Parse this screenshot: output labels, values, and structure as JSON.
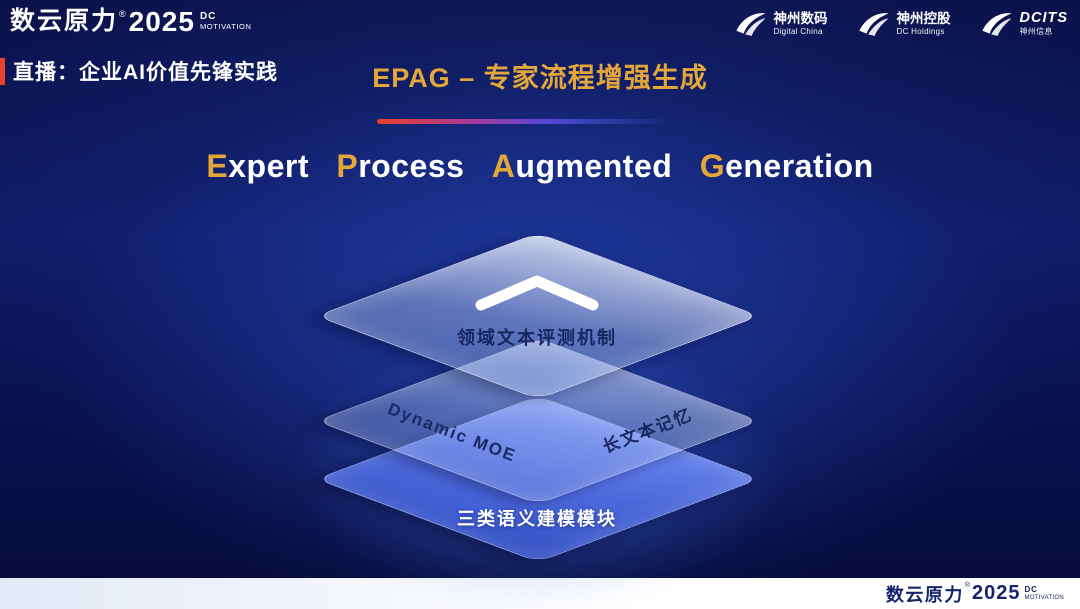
{
  "colors": {
    "background_navy": "#0A0F44",
    "accent_gold": "#E3A63B",
    "accent_red": "#E8402A",
    "label_navy": "#17265F",
    "bottom_layer_blue": "#5674EE",
    "footer_navy": "#16246B"
  },
  "brand": {
    "name": "数云原力",
    "reg": "®",
    "year": "2025",
    "dc": "DC",
    "motivation": "MOTIVATION"
  },
  "header": {
    "live_label": "直播：企业AI价值先锋实践",
    "title": "EPAG – 专家流程增强生成",
    "partners": [
      {
        "cn": "神州数码",
        "en": "Digital China"
      },
      {
        "cn": "神州控股",
        "en": "DC Holdings"
      },
      {
        "cn": "DCITS",
        "en": "神州信息"
      }
    ]
  },
  "subtitle": {
    "words": [
      {
        "initial": "E",
        "rest": "xpert"
      },
      {
        "initial": "P",
        "rest": "rocess"
      },
      {
        "initial": "A",
        "rest": "ugmented"
      },
      {
        "initial": "G",
        "rest": "eneration"
      }
    ]
  },
  "diagram": {
    "top_layer_label": "领域文本评测机制",
    "mid_layer_labels": {
      "left": "Dynamic MOE",
      "right": "长文本记忆"
    },
    "bottom_layer_label": "三类语义建模模块"
  },
  "footer": {
    "name": "数云原力",
    "reg": "®",
    "year": "2025",
    "dc": "DC",
    "motivation": "MOTIVATION"
  }
}
